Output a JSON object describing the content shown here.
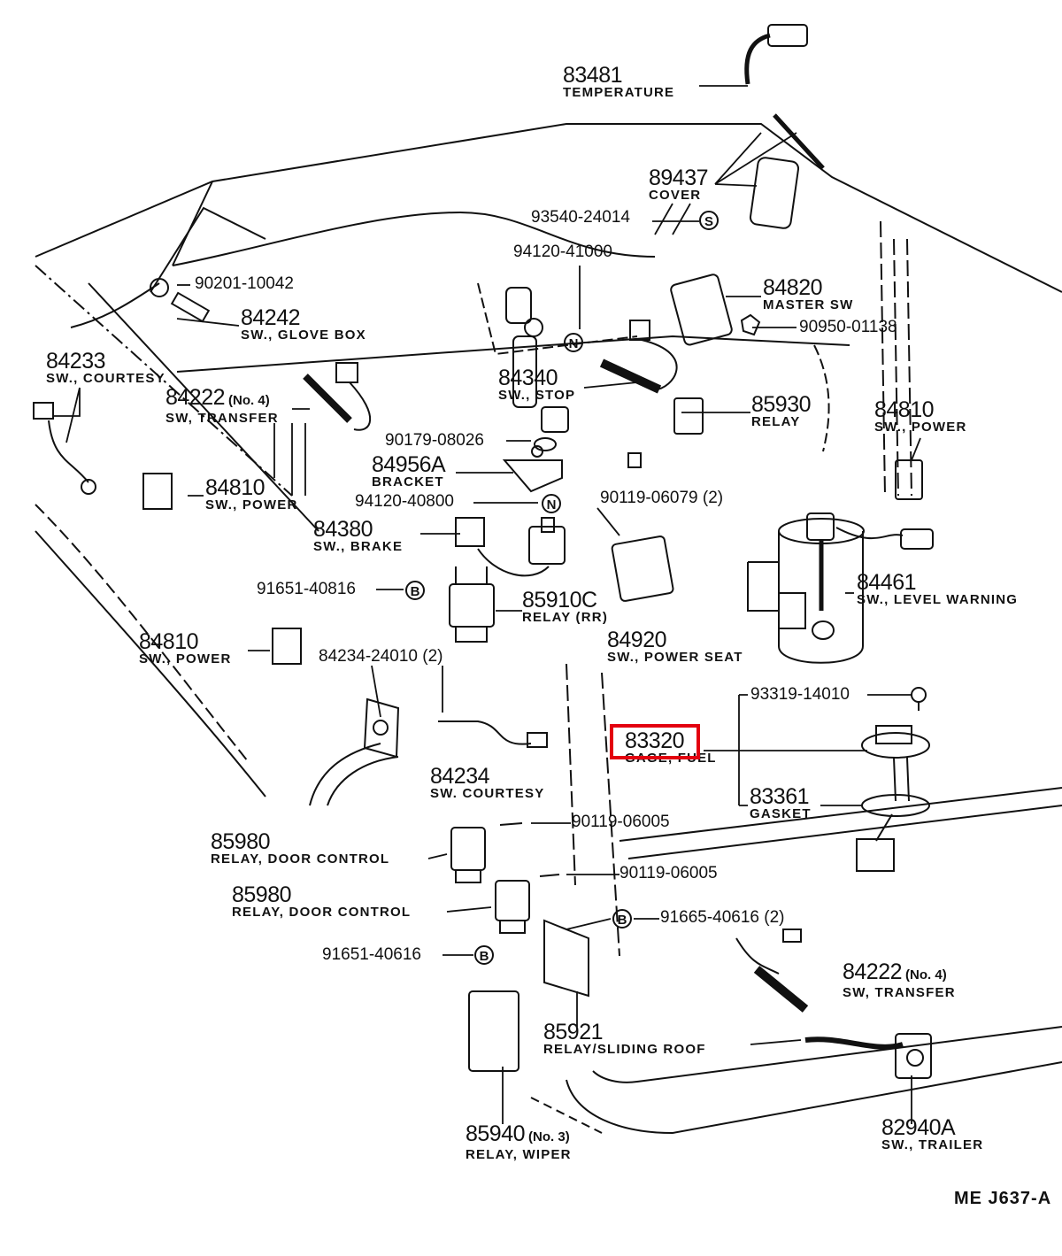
{
  "diagram": {
    "drawing_code": "ME  J637-A",
    "highlight_color": "#e3000f",
    "highlighted_part": "83320",
    "callouts": [
      {
        "number": "83481",
        "qty": "",
        "desc": "TEMPERATURE"
      },
      {
        "number": "89437",
        "qty": "",
        "desc": "COVER"
      },
      {
        "number": "84242",
        "qty": "",
        "desc": "SW., GLOVE BOX"
      },
      {
        "number": "84820",
        "qty": "",
        "desc": "MASTER  SW"
      },
      {
        "number": "84233",
        "qty": "",
        "desc": "SW., COURTESY"
      },
      {
        "number": "84222",
        "qty": "(No. 4)",
        "desc": "SW, TRANSFER"
      },
      {
        "number": "84340",
        "qty": "",
        "desc": "SW., STOP"
      },
      {
        "number": "85930",
        "qty": "",
        "desc": "RELAY"
      },
      {
        "number": "84810",
        "qty": "",
        "desc": "SW., POWER"
      },
      {
        "number": "84956A",
        "qty": "",
        "desc": "BRACKET"
      },
      {
        "number": "84810",
        "qty": "",
        "desc": "SW., POWER"
      },
      {
        "number": "84380",
        "qty": "",
        "desc": "SW., BRAKE"
      },
      {
        "number": "85910C",
        "qty": "",
        "desc": "RELAY (RR)"
      },
      {
        "number": "84461",
        "qty": "",
        "desc": "SW., LEVEL WARNING"
      },
      {
        "number": "84810",
        "qty": "",
        "desc": "SW., POWER"
      },
      {
        "number": "84920",
        "qty": "",
        "desc": "SW., POWER SEAT"
      },
      {
        "number": "83320",
        "qty": "",
        "desc": "GAGE, FUEL"
      },
      {
        "number": "83361",
        "qty": "",
        "desc": "GASKET"
      },
      {
        "number": "84234",
        "qty": "",
        "desc": "SW.  COURTESY"
      },
      {
        "number": "85980",
        "qty": "",
        "desc": "RELAY, DOOR CONTROL"
      },
      {
        "number": "85980",
        "qty": "",
        "desc": "RELAY, DOOR CONTROL"
      },
      {
        "number": "84222",
        "qty": "(No. 4)",
        "desc": "SW, TRANSFER"
      },
      {
        "number": "85921",
        "qty": "",
        "desc": "RELAY/SLIDING  ROOF"
      },
      {
        "number": "85940",
        "qty": "(No. 3)",
        "desc": "RELAY, WIPER"
      },
      {
        "number": "82940A",
        "qty": "",
        "desc": "SW., TRAILER"
      }
    ],
    "fasteners": [
      {
        "number": "93540-24014",
        "symbol": "S"
      },
      {
        "number": "94120-41000",
        "symbol": "N"
      },
      {
        "number": "90201-10042",
        "symbol": ""
      },
      {
        "number": "90950-01138",
        "symbol": ""
      },
      {
        "number": "90179-08026",
        "symbol": ""
      },
      {
        "number": "94120-40800",
        "symbol": "N"
      },
      {
        "number": "90119-06079 (2)",
        "symbol": ""
      },
      {
        "number": "91651-40816",
        "symbol": "B"
      },
      {
        "number": "84234-24010 (2)",
        "symbol": ""
      },
      {
        "number": "93319-14010",
        "symbol": ""
      },
      {
        "number": "90119-06005",
        "symbol": ""
      },
      {
        "number": "90119-06005",
        "symbol": ""
      },
      {
        "number": "91665-40616 (2)",
        "symbol": "B"
      },
      {
        "number": "91651-40616",
        "symbol": "B"
      }
    ]
  }
}
